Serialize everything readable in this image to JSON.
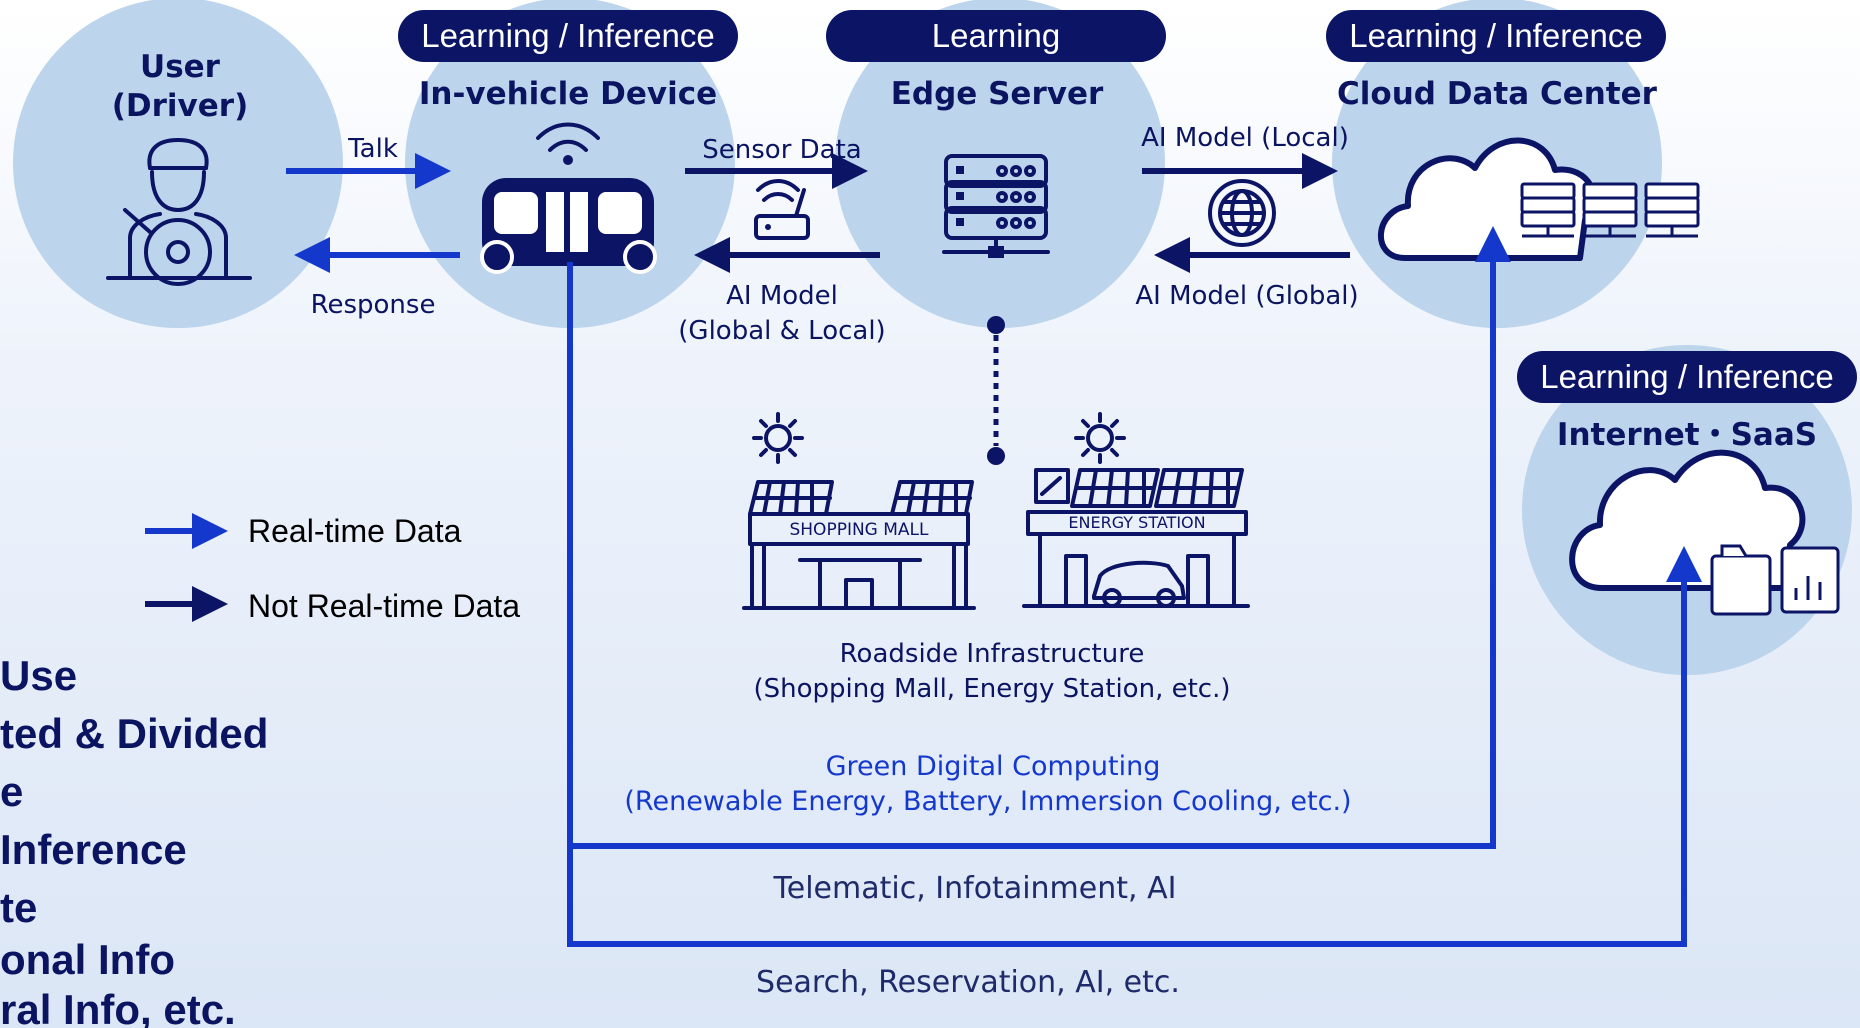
{
  "nodes": {
    "user": {
      "title_line1": "User",
      "title_line2": "(Driver)"
    },
    "vehicle": {
      "badge": "Learning / Inference",
      "title": "In-vehicle Device"
    },
    "edge": {
      "badge": "Learning",
      "title": "Edge Server"
    },
    "cloud": {
      "badge": "Learning / Inference",
      "title": "Cloud Data Center"
    },
    "saas": {
      "badge": "Learning / Inference",
      "title": "Internet・SaaS"
    }
  },
  "flows": {
    "talk": "Talk",
    "response": "Response",
    "sensor_data": "Sensor Data",
    "ai_model_global_local_1": "AI Model",
    "ai_model_global_local_2": "(Global & Local)",
    "ai_model_local": "AI Model (Local)",
    "ai_model_global": "AI Model (Global)",
    "telematic": "Telematic, Infotainment, AI",
    "search": "Search, Reservation, AI, etc."
  },
  "infrastructure": {
    "mall_sign": "SHOPPING MALL",
    "station_sign": "ENERGY STATION",
    "caption_line1": "Roadside Infrastructure",
    "caption_line2": "(Shopping Mall, Energy Station, etc.)",
    "green_line1": "Green Digital Computing",
    "green_line2": "(Renewable Energy, Battery, Immersion Cooling, etc.)"
  },
  "legend": {
    "realtime": "Real-time Data",
    "not_realtime": "Not Real-time Data"
  },
  "left_panel": {
    "items": [
      "Use",
      "ted & Divided",
      "e",
      " Inference",
      "te",
      "onal Info",
      "ral Info, etc."
    ]
  },
  "colors": {
    "navy": "#0c1466",
    "blue": "#1538cc",
    "circle": "#bcd4ec"
  }
}
